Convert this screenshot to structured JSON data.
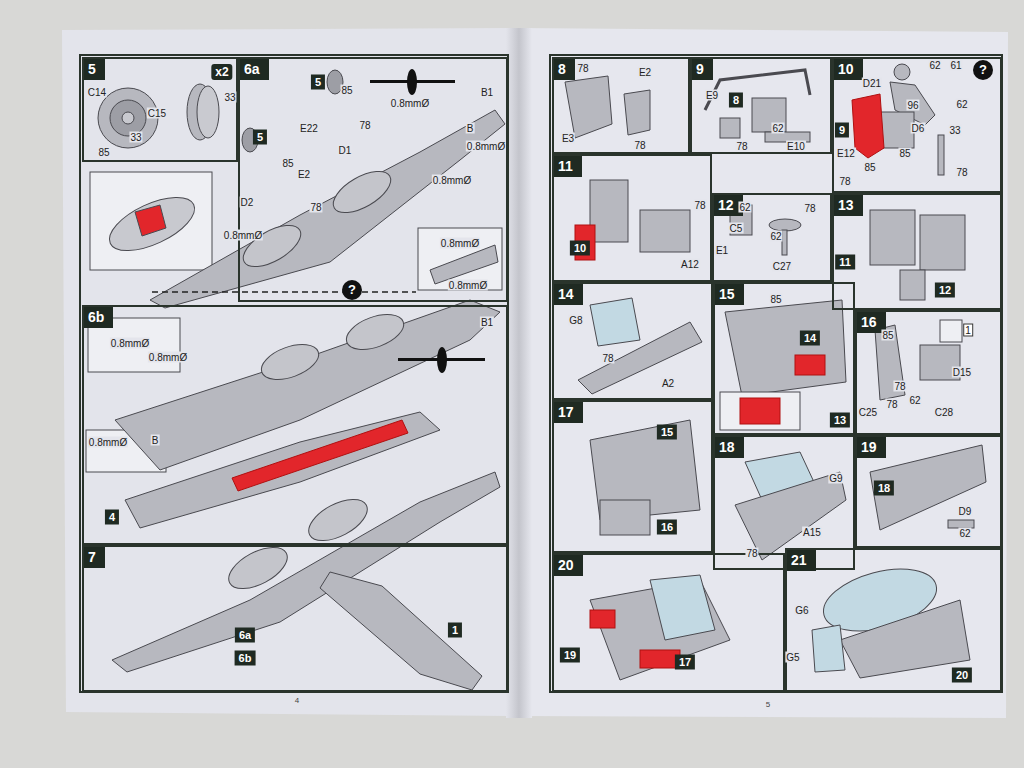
{
  "diagram": {
    "nodes": [
      {
        "text": [
          "5"
        ]
      },
      {
        "text": [
          "6a"
        ]
      },
      {
        "text": [
          "5"
        ],
        "in": 1
      },
      {
        "text": [
          "5"
        ],
        "in": 1
      },
      {
        "text": [
          "?"
        ],
        "in": 1
      },
      {
        "text": [
          "6b"
        ]
      },
      {
        "text": [
          "4"
        ],
        "in": 5
      },
      {
        "text": [
          "7"
        ]
      },
      {
        "text": [
          "6a"
        ],
        "in": 7
      },
      {
        "text": [
          "6b"
        ],
        "in": 7
      },
      {
        "text": [
          "1"
        ],
        "in": 7
      },
      {
        "text": [
          "8"
        ]
      },
      {
        "text": [
          "9"
        ]
      },
      {
        "text": [
          "8"
        ],
        "in": 12
      },
      {
        "text": [
          "10"
        ]
      },
      {
        "text": [
          "?"
        ],
        "in": 14
      },
      {
        "text": [
          "9"
        ],
        "in": 14
      },
      {
        "text": [
          "11"
        ]
      },
      {
        "text": [
          "10"
        ],
        "in": 17
      },
      {
        "text": [
          "12"
        ]
      },
      {
        "text": [
          "13"
        ]
      },
      {
        "text": [
          "11"
        ],
        "in": 20
      },
      {
        "text": [
          "12"
        ],
        "in": 20
      },
      {
        "text": [
          "14"
        ]
      },
      {
        "text": [
          "15"
        ]
      },
      {
        "text": [
          "14"
        ],
        "in": 24
      },
      {
        "text": [
          "13"
        ],
        "in": 24
      },
      {
        "text": [
          "16"
        ]
      },
      {
        "text": [
          "17"
        ]
      },
      {
        "text": [
          "15"
        ],
        "in": 28
      },
      {
        "text": [
          "16"
        ],
        "in": 28
      },
      {
        "text": [
          "18"
        ]
      },
      {
        "text": [
          "19"
        ]
      },
      {
        "text": [
          "18"
        ],
        "in": 32
      },
      {
        "text": [
          "20"
        ]
      },
      {
        "text": [
          "19"
        ],
        "in": 34
      },
      {
        "text": [
          "17"
        ],
        "in": 34
      },
      {
        "text": [
          "21"
        ]
      },
      {
        "text": [
          "20"
        ],
        "in": 37
      }
    ],
    "labels": [
      "x2",
      "C14",
      "C15",
      "33",
      "33",
      "85",
      "85",
      "0.8mmØ",
      "B1",
      "E22",
      "78",
      "B",
      "0.8mmØ",
      "D1",
      "0.8mmØ",
      "85",
      "E2",
      "78",
      "D2",
      "0.8mmØ",
      "0.8mmØ",
      "0.8mmØ",
      "B1",
      "0.8mmØ",
      "0.8mmØ",
      "0.8mmØ",
      "B",
      "4",
      "78",
      "E2",
      "E3",
      "78",
      "E9",
      "62",
      "78",
      "E10",
      "62",
      "61",
      "D21",
      "96",
      "62",
      "D6",
      "33",
      "E12",
      "85",
      "85",
      "78",
      "78",
      "78",
      "A12",
      "62",
      "C5",
      "78",
      "62",
      "E1",
      "C27",
      "G8",
      "78",
      "A2",
      "85",
      "85",
      "1",
      "D15",
      "78",
      "62",
      "C25",
      "78",
      "C28",
      "G9",
      "A15",
      "78",
      "D9",
      "62",
      "G6",
      "G5",
      "5"
    ]
  }
}
